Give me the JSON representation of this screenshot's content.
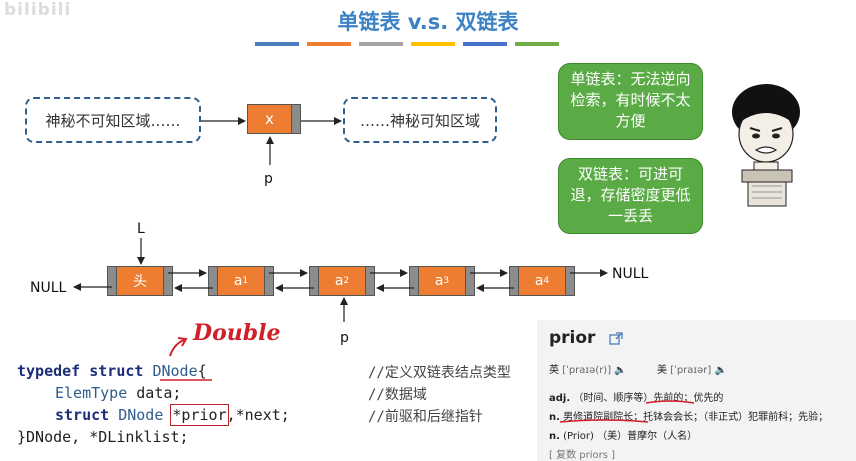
{
  "watermark": "bilibili",
  "title": "单链表 v.s. 双链表",
  "swatch_colors": [
    "#4a7ebb",
    "#ed7d31",
    "#a5a5a5",
    "#ffc000",
    "#4472c4",
    "#70ad47"
  ],
  "single_list": {
    "left_box": "神秘不可知区域……",
    "node_label": "x",
    "pointer_label": "p",
    "right_box": "……神秘可知区域"
  },
  "bubbles": {
    "single": "单链表：无法逆向检索，有时候不太方便",
    "double": "双链表：可进可退，存储密度更低一丢丢"
  },
  "double_list": {
    "head_pointer": "L",
    "null_left": "NULL",
    "null_right": "NULL",
    "head_label": "头",
    "nodes": [
      {
        "base": "a",
        "sub": "1"
      },
      {
        "base": "a",
        "sub": "2"
      },
      {
        "base": "a",
        "sub": "3"
      },
      {
        "base": "a",
        "sub": "4"
      }
    ],
    "pointer_label": "p"
  },
  "annotation": "Double",
  "code": {
    "line1": {
      "kw1": "typedef",
      "kw2": "struct",
      "name": "DNode",
      "brace": "{"
    },
    "line2": {
      "type": "ElemType",
      "rest": " data;"
    },
    "line3": {
      "kw": "struct",
      "type": "DNode",
      "boxed": "*prior",
      "rest": ",*next;"
    },
    "line4": {
      "text": "}DNode, *DLinklist;"
    },
    "comments": [
      "//定义双链表结点类型",
      "//数据域",
      "//前驱和后继指针"
    ]
  },
  "dictionary": {
    "word": "prior",
    "uk_label": "英",
    "uk_phonetic": "[ˈpraɪə(r)]",
    "us_label": "美",
    "us_phonetic": "[ˈpraɪər]",
    "def1_pos": "adj.",
    "def1_text": "（时间、顺序等）先前的；优先的",
    "def2_pos": "n.",
    "def2_text": "男修道院副院长；托钵会会长；（非正式）犯罪前科；先验；",
    "def3_pos": "n.",
    "def3_text": "(Prior) （美）普摩尔（人名）",
    "plural": "[ 复数 priors ]"
  }
}
